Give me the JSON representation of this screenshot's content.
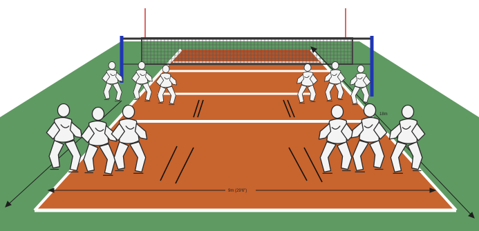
{
  "diagram": {
    "colors": {
      "surround": "#5f9a62",
      "court": "#c8642e",
      "court_dark": "#b2532a",
      "line": "#ffffff",
      "net": "#4a4a4a",
      "pole": "#1f35b5",
      "antenna": "#cc3333",
      "arrow": "#1e1e1e"
    },
    "labels": {
      "width": "9m (29'6\")",
      "depth": "18m"
    },
    "players": {
      "near_side_count": 12,
      "description_icon": "volleyball-player-ready-stance"
    }
  }
}
